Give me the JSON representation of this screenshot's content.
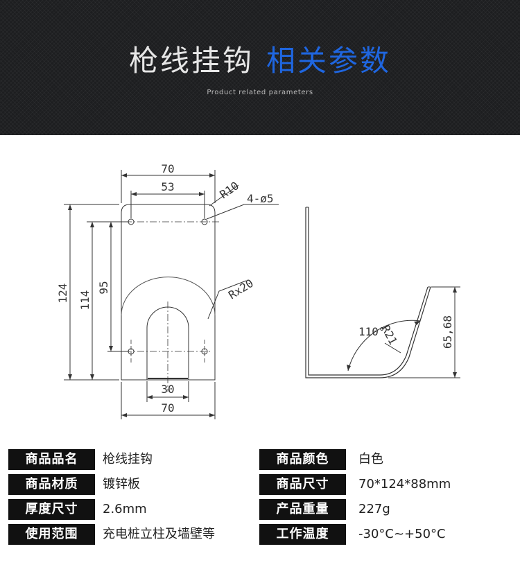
{
  "header": {
    "title_main": "枪线挂钩",
    "title_accent": "相关参数",
    "subtitle": "Product related parameters"
  },
  "drawing": {
    "dim_width_top": "70",
    "dim_hole_spacing": "53",
    "dim_corner_radius": "R10",
    "dim_holes": "4-ø5",
    "dim_height_total": "124",
    "dim_height_114": "114",
    "dim_height_95": "95",
    "dim_slot_radius": "Rx20",
    "dim_slot_width": "30",
    "dim_width_bottom": "70",
    "dim_angle": "110°",
    "dim_bend_radius": "R21",
    "dim_side_height": "65,68"
  },
  "specs": {
    "rows": [
      {
        "label_left": "商品品名",
        "value_left": "枪线挂钩",
        "label_right": "商品颜色",
        "value_right": "白色"
      },
      {
        "label_left": "商品材质",
        "value_left": "镀锌板",
        "label_right": "商品尺寸",
        "value_right": "70*124*88mm"
      },
      {
        "label_left": "厚度尺寸",
        "value_left": "2.6mm",
        "label_right": "产品重量",
        "value_right": "227g"
      },
      {
        "label_left": "使用范围",
        "value_left": "充电桩立柱及墙壁等",
        "label_right": "工作温度",
        "value_right": "-30°C~+50°C"
      }
    ]
  }
}
